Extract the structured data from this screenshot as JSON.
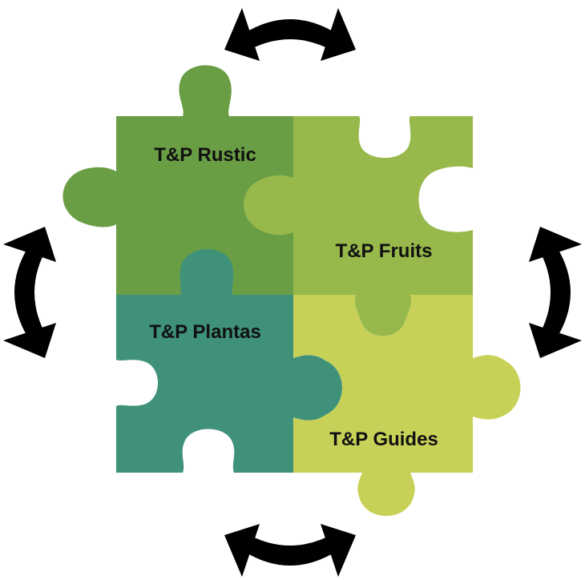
{
  "diagram": {
    "pieces": [
      {
        "id": "rustic",
        "label": "T&P Rustic",
        "color": "#6a9e45"
      },
      {
        "id": "fruits",
        "label": "T&P Fruits",
        "color": "#97b84a"
      },
      {
        "id": "plantas",
        "label": "T&P Plantas",
        "color": "#3f917a"
      },
      {
        "id": "guides",
        "label": "T&P Guides",
        "color": "#c7d158"
      }
    ],
    "arrow_color": "#000000",
    "arrows": [
      "top",
      "bottom",
      "left",
      "right"
    ]
  }
}
